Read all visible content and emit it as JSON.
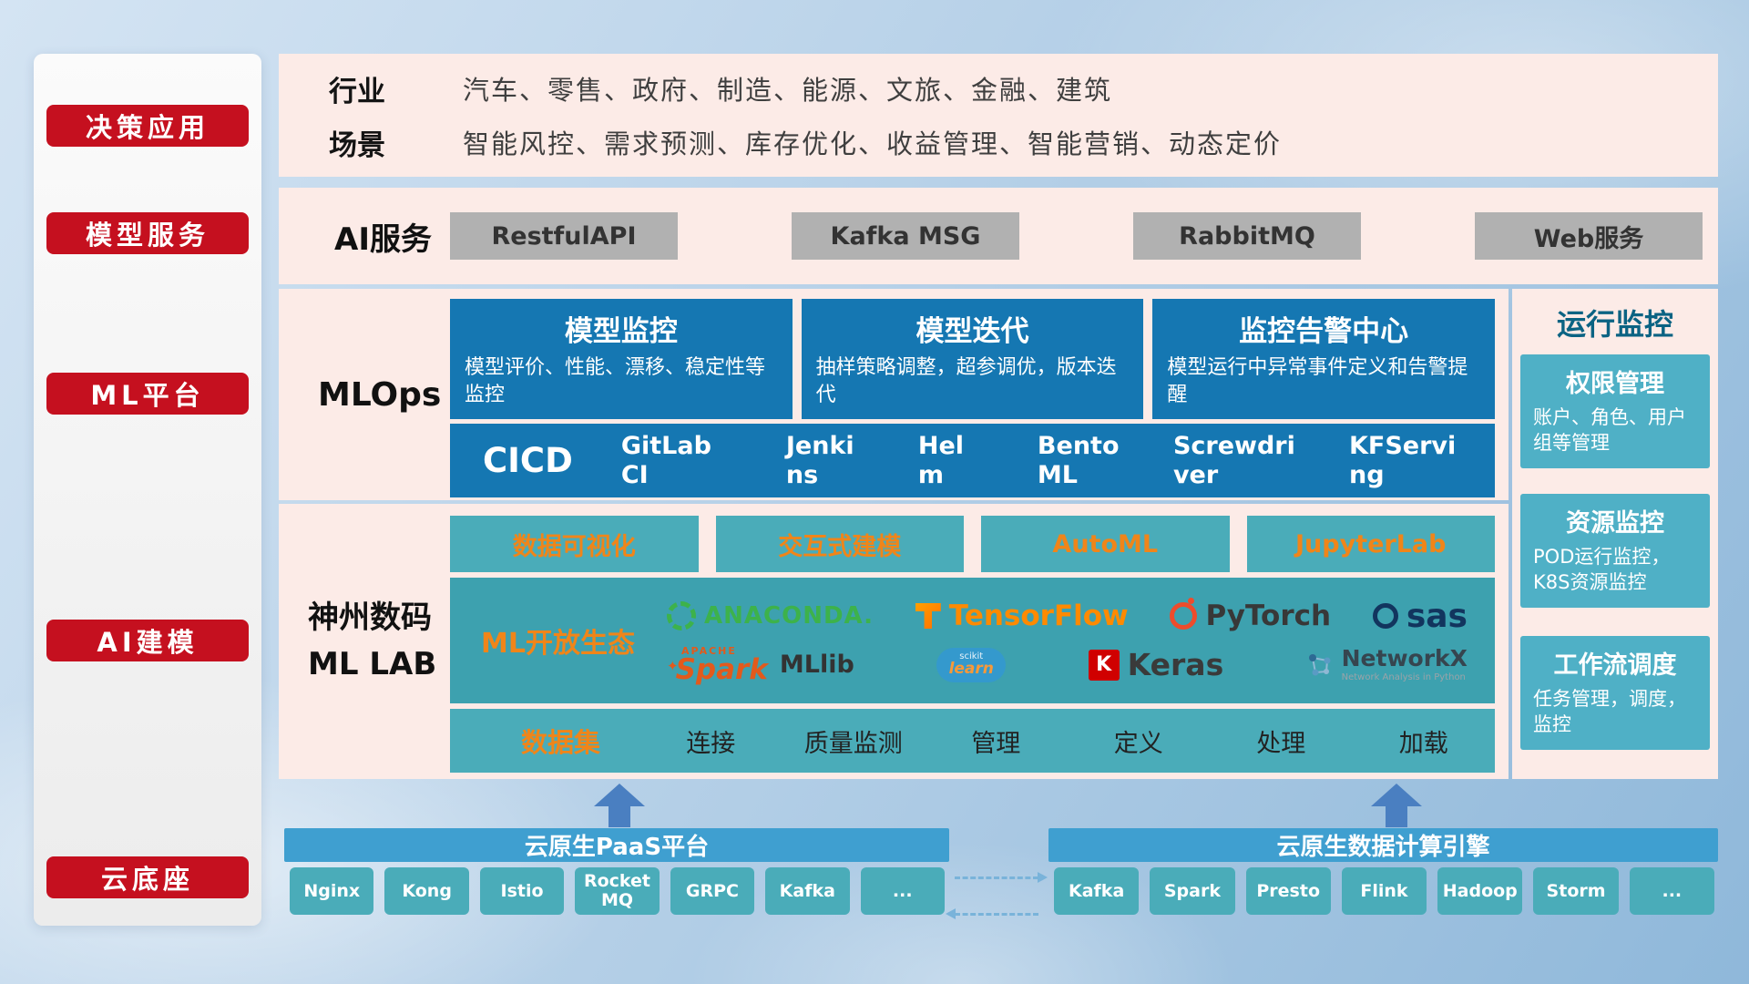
{
  "sidebar": {
    "items": [
      {
        "label": "决策应用"
      },
      {
        "label": "模型服务"
      },
      {
        "label": "ML平台"
      },
      {
        "label": "AI建模"
      },
      {
        "label": "云底座"
      }
    ]
  },
  "industry": {
    "rows": [
      {
        "label": "行业",
        "value": "汽车、零售、政府、制造、能源、文旅、金融、建筑"
      },
      {
        "label": "场景",
        "value": "智能风控、需求预测、库存优化、收益管理、智能营销、动态定价"
      }
    ]
  },
  "ai_service": {
    "label": "AI服务",
    "items": [
      {
        "label": "RestfulAPI"
      },
      {
        "label": "Kafka MSG"
      },
      {
        "label": "RabbitMQ"
      },
      {
        "label": "Web服务"
      }
    ]
  },
  "mlops": {
    "label": "MLOps",
    "cards": [
      {
        "title": "模型监控",
        "desc": "模型评价、性能、漂移、稳定性等监控"
      },
      {
        "title": "模型迭代",
        "desc": "抽样策略调整，超参调优，版本迭代"
      },
      {
        "title": "监控告警中心",
        "desc": "模型运行中异常事件定义和告警提醒"
      }
    ],
    "cicd": {
      "title": "CICD",
      "items": [
        {
          "label": "GitLab CI"
        },
        {
          "label": "Jenkins"
        },
        {
          "label": "Helm"
        },
        {
          "label": "BentoML"
        },
        {
          "label": "Screwdriver"
        },
        {
          "label": "KFServing"
        }
      ]
    }
  },
  "mllab": {
    "label_line1": "神州数码",
    "label_line2": "ML LAB",
    "tools": [
      {
        "label": "数据可视化"
      },
      {
        "label": "交互式建模"
      },
      {
        "label": "AutoML"
      },
      {
        "label": "JupyterLab"
      }
    ],
    "ecosystem": {
      "title": "ML开放生态",
      "anaconda": "ANACONDA.",
      "tensorflow": "TensorFlow",
      "pytorch": "PyTorch",
      "sas": "sas",
      "spark_prefix": "APACHE",
      "spark": "Spark",
      "mllib": "MLlib",
      "scikit_top": "scikit",
      "scikit_name": "learn",
      "keras_icon": "K",
      "keras": "Keras",
      "networkx": "NetworkX",
      "networkx_sub": "Network Analysis in Python"
    },
    "dataset": {
      "title": "数据集",
      "items": [
        {
          "label": "连接"
        },
        {
          "label": "质量监测"
        },
        {
          "label": "管理"
        },
        {
          "label": "定义"
        },
        {
          "label": "处理"
        },
        {
          "label": "加载"
        }
      ]
    }
  },
  "monitoring": {
    "title": "运行监控",
    "cards": [
      {
        "title": "权限管理",
        "desc": "账户、角色、用户组等管理"
      },
      {
        "title": "资源监控",
        "desc": "POD运行监控，K8S资源监控"
      },
      {
        "title": "工作流调度",
        "desc": "任务管理，调度，监控"
      }
    ]
  },
  "cloud": {
    "paas": {
      "title": "云原生PaaS平台",
      "items": [
        {
          "label": "Nginx"
        },
        {
          "label": "Kong"
        },
        {
          "label": "Istio"
        },
        {
          "label": "RocketMQ"
        },
        {
          "label": "GRPC"
        },
        {
          "label": "Kafka"
        },
        {
          "label": "..."
        }
      ]
    },
    "engine": {
      "title": "云原生数据计算引擎",
      "items": [
        {
          "label": "Kafka"
        },
        {
          "label": "Spark"
        },
        {
          "label": "Presto"
        },
        {
          "label": "Flink"
        },
        {
          "label": "Hadoop"
        },
        {
          "label": "Storm"
        },
        {
          "label": "..."
        }
      ]
    }
  },
  "icons": {
    "spark_star": "✦"
  },
  "colors": {
    "accent_red": "#c5101f",
    "panel_pink": "#fcebe7",
    "card_blue": "#1577b2",
    "teal": "#4aacb9",
    "teal_dark": "#3da1af",
    "orange": "#f08519",
    "bar_blue": "#3f9fd0",
    "monitor_teal": "#4fb0c6"
  }
}
